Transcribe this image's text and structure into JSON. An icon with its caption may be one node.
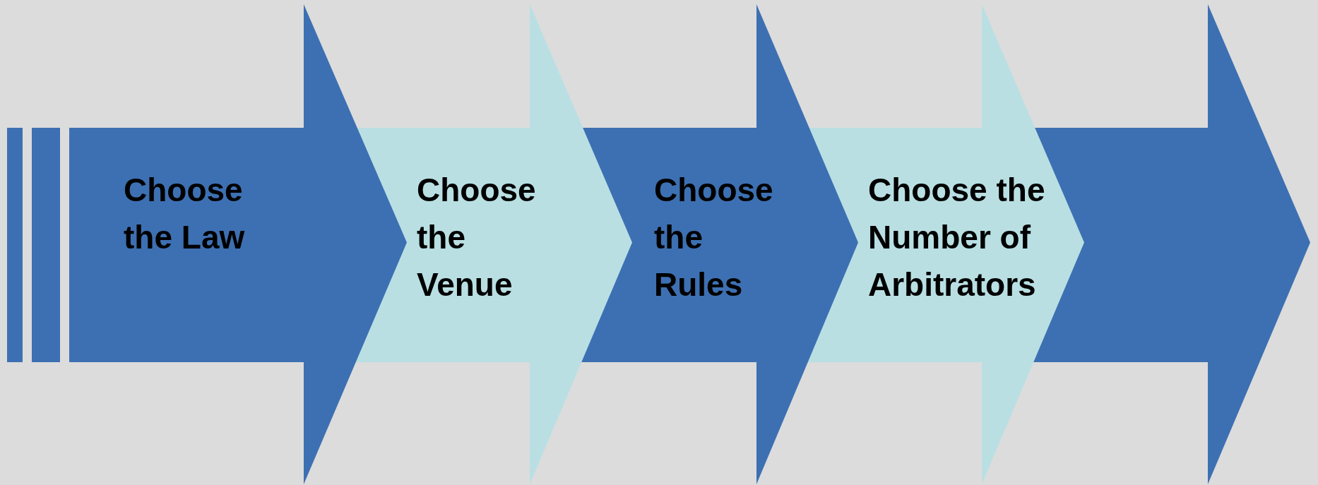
{
  "diagram": {
    "nodes": [
      {
        "text": [
          "Choose the Law"
        ]
      },
      {
        "text": [
          "Choose the Venue"
        ]
      },
      {
        "text": [
          "Choose the Rules"
        ]
      },
      {
        "text": [
          "Choose the Number of Arbitrators"
        ]
      },
      {
        "text": [],
        "shape": "arrow"
      }
    ]
  }
}
